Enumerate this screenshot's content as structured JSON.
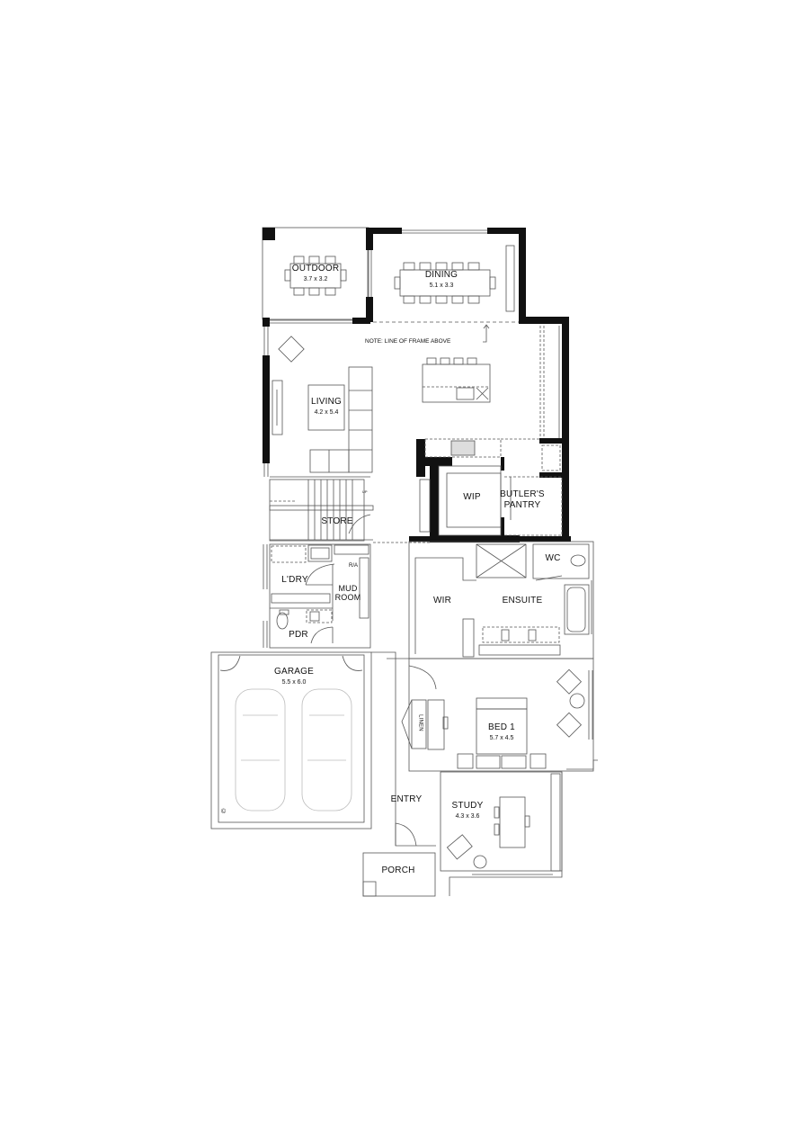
{
  "plan": {
    "type": "residential-floor-plan",
    "note": "NOTE: LINE OF FRAME ABOVE",
    "rooms": [
      {
        "id": "outdoor",
        "name": "OUTDOOR",
        "dims": "3.7 x 3.2"
      },
      {
        "id": "dining",
        "name": "DINING",
        "dims": "5.1 x 3.3"
      },
      {
        "id": "living",
        "name": "LIVING",
        "dims": "4.2 x 5.4"
      },
      {
        "id": "wip",
        "name": "WIP",
        "dims": ""
      },
      {
        "id": "butlers-pantry",
        "name": "BUTLER'S PANTRY",
        "line1": "BUTLER'S",
        "line2": "PANTRY"
      },
      {
        "id": "store",
        "name": "STORE",
        "dims": ""
      },
      {
        "id": "laundry",
        "name": "L'DRY",
        "dims": ""
      },
      {
        "id": "mud-room",
        "name": "MUD ROOM",
        "line1": "MUD",
        "line2": "ROOM"
      },
      {
        "id": "pdr",
        "name": "PDR",
        "dims": ""
      },
      {
        "id": "wc",
        "name": "WC",
        "dims": ""
      },
      {
        "id": "wir",
        "name": "WIR",
        "dims": ""
      },
      {
        "id": "ensuite",
        "name": "ENSUITE",
        "dims": ""
      },
      {
        "id": "garage",
        "name": "GARAGE",
        "dims": "5.5 x 6.0"
      },
      {
        "id": "linen",
        "name": "LINEN",
        "dims": ""
      },
      {
        "id": "bed1",
        "name": "BED 1",
        "dims": "5.7 x 4.5"
      },
      {
        "id": "entry",
        "name": "ENTRY",
        "dims": ""
      },
      {
        "id": "study",
        "name": "STUDY",
        "dims": "4.3 x 3.6"
      },
      {
        "id": "porch",
        "name": "PORCH",
        "dims": ""
      }
    ],
    "annotations": {
      "stair_direction": "UP",
      "return_air": "R/A",
      "copyright_symbol": "©"
    }
  }
}
